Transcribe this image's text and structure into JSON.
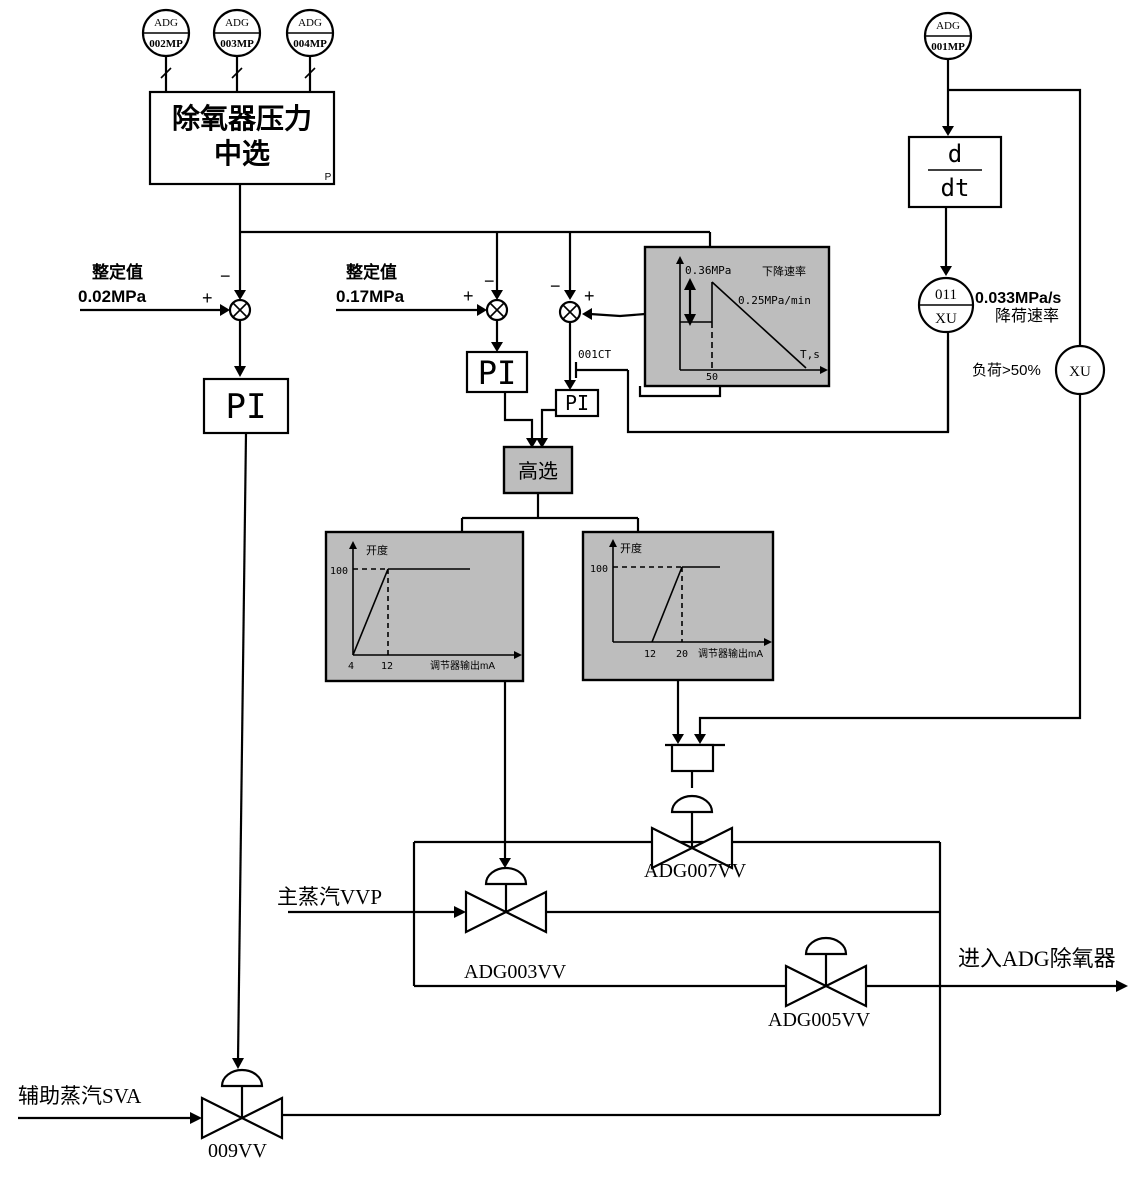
{
  "transmitters": {
    "t002": {
      "top": "ADG",
      "bottom": "002MP"
    },
    "t003": {
      "top": "ADG",
      "bottom": "003MP"
    },
    "t004": {
      "top": "ADG",
      "bottom": "004MP"
    },
    "t001": {
      "top": "ADG",
      "bottom": "001MP"
    }
  },
  "median_box": {
    "line1": "除氧器压力",
    "line2": "中选",
    "corner": "P"
  },
  "deriv_box": {
    "num": "d",
    "den": "dt"
  },
  "xu011": {
    "top": "011",
    "bottom": "XU"
  },
  "rate_note": {
    "line1": "0.033MPa/s",
    "line2": "降荷速率"
  },
  "xu_load": {
    "label": "XU",
    "condition": "负荷>50%"
  },
  "setpoint1": {
    "label": "整定值",
    "value": "0.02MPa"
  },
  "setpoint2": {
    "label": "整定值",
    "value": "0.17MPa"
  },
  "signs": {
    "plus": "+",
    "minus": "−"
  },
  "pi_label": "PI",
  "ct_label": "001CT",
  "hs_label": "高选",
  "ramp_chart": {
    "y_label": "0.36MPa",
    "x_label": "T,s",
    "x_tick": "50",
    "note_line1": "下降速率",
    "note_line2": "0.25MPa/min"
  },
  "valve_chart_1": {
    "y_label": "开度",
    "y_tick": "100",
    "x_tick_1": "4",
    "x_tick_2": "12",
    "x_label": "调节器输出mA"
  },
  "valve_chart_2": {
    "y_label": "开度",
    "y_tick": "100",
    "x_tick_1": "12",
    "x_tick_2": "20",
    "x_label": "调节器输出mA"
  },
  "valves": {
    "v007": "ADG007VV",
    "v003": "ADG003VV",
    "v005": "ADG005VV",
    "v009": "009VV"
  },
  "streams": {
    "main_steam": "主蒸汽VVP",
    "aux_steam": "辅助蒸汽SVA",
    "outlet": "进入ADG除氧器"
  }
}
